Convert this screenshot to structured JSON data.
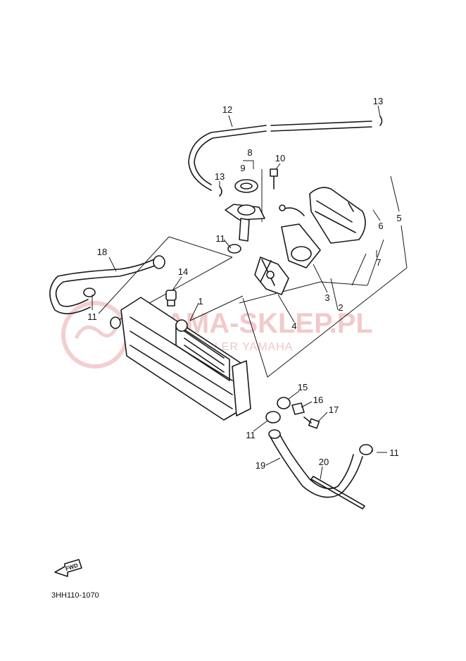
{
  "watermark": {
    "brand": "YAMA-SKLEP.PL",
    "subtitle": "WOJ   I DEALER YAMAHA",
    "color": "#e8a0a0"
  },
  "diagram_code": "3HH110-1070",
  "fwd_label": "FWD",
  "callouts": [
    "1",
    "2",
    "3",
    "4",
    "5",
    "6",
    "7",
    "8",
    "9",
    "10",
    "11",
    "11",
    "11",
    "11",
    "11",
    "12",
    "13",
    "13",
    "14",
    "15",
    "16",
    "17",
    "18",
    "19",
    "20"
  ]
}
